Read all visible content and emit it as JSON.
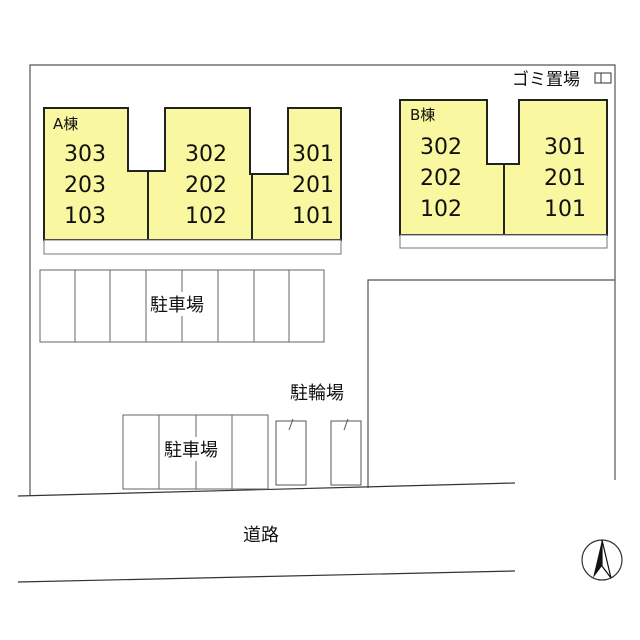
{
  "trash_area": {
    "label": "ゴミ置場"
  },
  "building_a": {
    "name": "A棟",
    "columns": [
      [
        "303",
        "203",
        "103"
      ],
      [
        "302",
        "202",
        "102"
      ],
      [
        "301",
        "201",
        "101"
      ]
    ]
  },
  "building_b": {
    "name": "B棟",
    "columns": [
      [
        "302",
        "202",
        "102"
      ],
      [
        "301",
        "201",
        "101"
      ]
    ]
  },
  "parking_upper": {
    "label": "駐車場"
  },
  "parking_lower": {
    "label": "駐車場"
  },
  "bicycle_parking": {
    "label": "駐輪場"
  },
  "road": {
    "label": "道路"
  },
  "compass": {
    "icon": "north-arrow-icon"
  },
  "colors": {
    "building_fill": "#f9f8a0",
    "line": "#444444"
  }
}
